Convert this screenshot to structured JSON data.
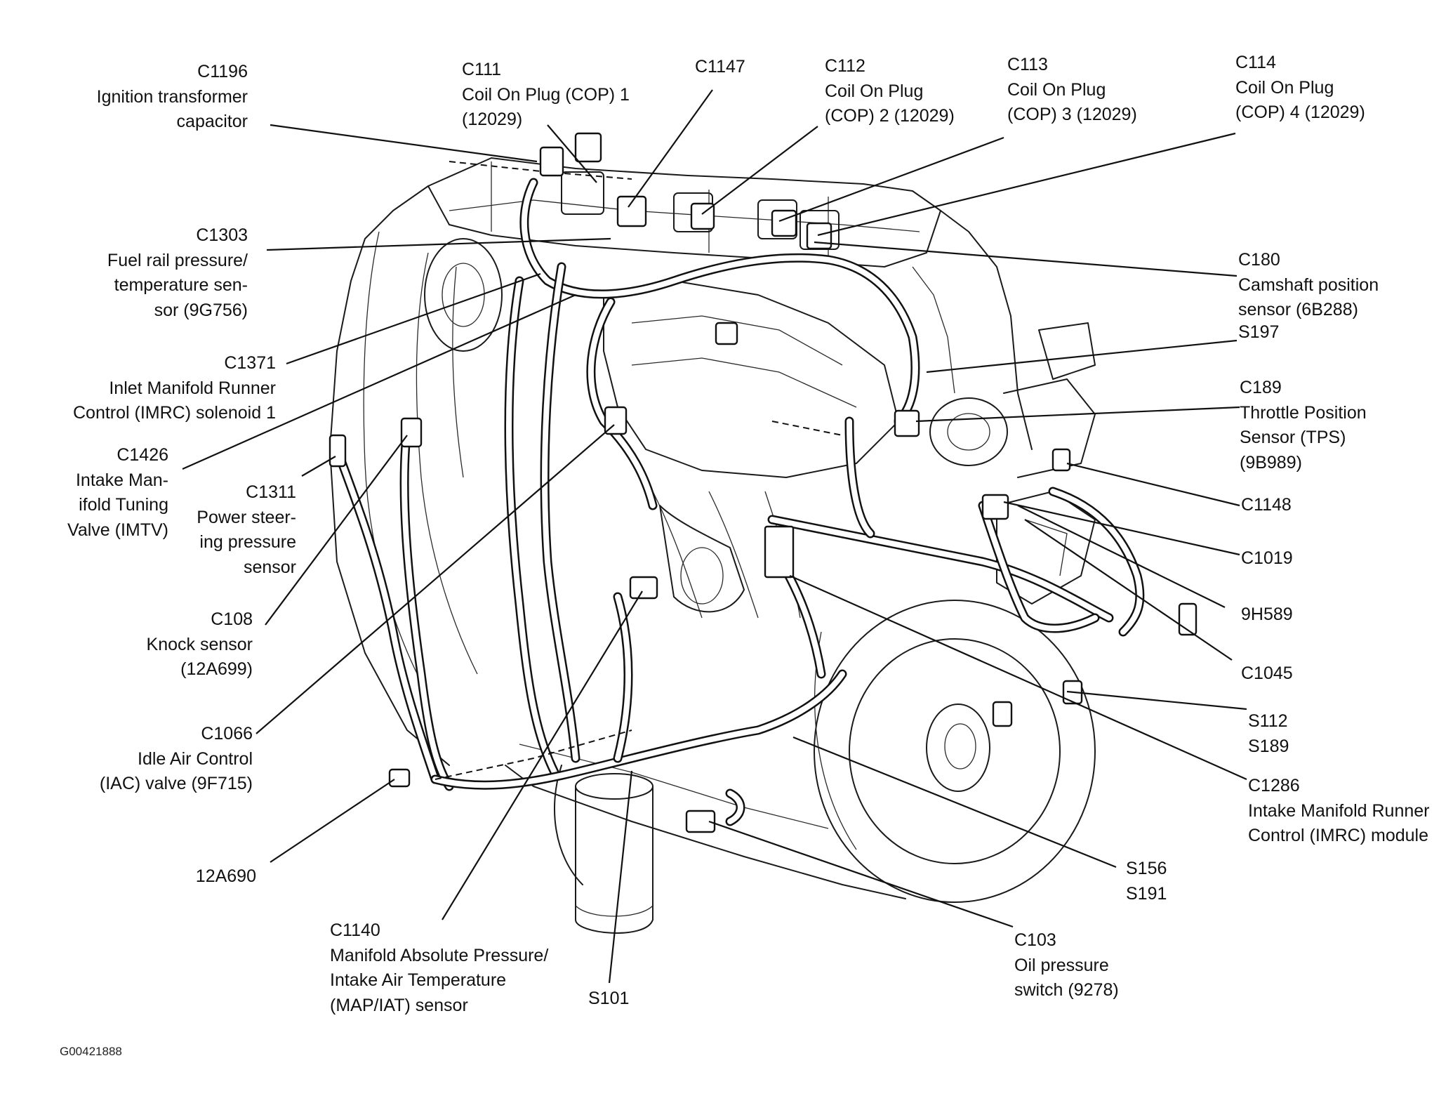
{
  "figure_id": "G00421888",
  "callouts": {
    "c1196": [
      "C1196",
      "Ignition transformer",
      "capacitor"
    ],
    "c111": [
      "C111",
      "Coil On Plug (COP) 1",
      "(12029)"
    ],
    "c1147": [
      "C1147"
    ],
    "c112": [
      "C112",
      "Coil On Plug",
      "(COP) 2 (12029)"
    ],
    "c113": [
      "C113",
      "Coil On Plug",
      "(COP) 3 (12029)"
    ],
    "c114": [
      "C114",
      "Coil On Plug",
      "(COP) 4 (12029)"
    ],
    "c1303": [
      "C1303",
      "Fuel rail pressure/",
      "temperature sen-",
      "sor (9G756)"
    ],
    "c180": [
      "C180",
      "Camshaft position",
      "sensor (6B288)"
    ],
    "s197": [
      "S197"
    ],
    "c1371": [
      "C1371",
      "Inlet Manifold Runner",
      "Control (IMRC) solenoid 1"
    ],
    "c189": [
      "C189",
      "Throttle Position",
      "Sensor (TPS)",
      "(9B989)"
    ],
    "c1426": [
      "C1426",
      "Intake Man-",
      "ifold Tuning",
      "Valve (IMTV)"
    ],
    "c1311": [
      "C1311",
      "Power steer-",
      "ing pressure",
      "sensor"
    ],
    "c1148": [
      "C1148"
    ],
    "c1019": [
      "C1019"
    ],
    "h9589": [
      "9H589"
    ],
    "c108": [
      "C108",
      "Knock sensor",
      "(12A699)"
    ],
    "c1045": [
      "C1045"
    ],
    "s112": [
      "S112",
      "S189"
    ],
    "c1066": [
      "C1066",
      "Idle Air Control",
      "(IAC) valve (9F715)"
    ],
    "c1286": [
      "C1286",
      "Intake Manifold Runner",
      "Control (IMRC) module"
    ],
    "a12690": [
      "12A690"
    ],
    "s156": [
      "S156",
      "S191"
    ],
    "c1140": [
      "C1140",
      "Manifold Absolute Pressure/",
      "Intake Air Temperature",
      "(MAP/IAT) sensor"
    ],
    "s101": [
      "S101"
    ],
    "c103": [
      "C103",
      "Oil pressure",
      "switch (9278)"
    ]
  }
}
